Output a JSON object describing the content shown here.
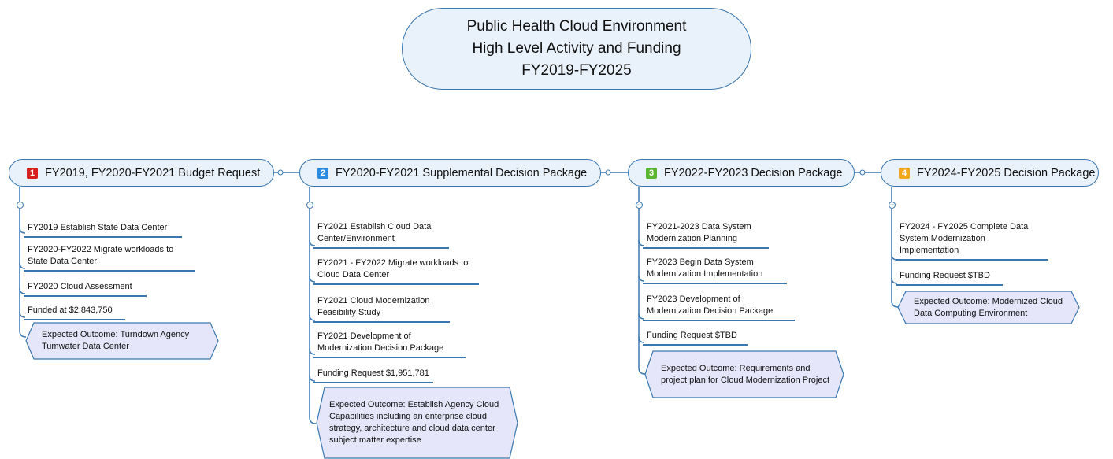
{
  "root": {
    "line1": "Public Health Cloud Environment",
    "line2": "High Level Activity and Funding",
    "line3": "FY2019-FY2025"
  },
  "branches": [
    {
      "number": "1",
      "badge_color": "#d81e1e",
      "label": "FY2019, FY2020-FY2021 Budget Request",
      "items": [
        "FY2019 Establish State Data Center",
        "FY2020-FY2022 Migrate workloads to State Data Center",
        "FY2020 Cloud Assessment",
        "Funded at $2,843,750"
      ],
      "outcome": "Expected Outcome: Turndown Agency Tumwater Data Center"
    },
    {
      "number": "2",
      "badge_color": "#2a8be0",
      "label": "FY2020-FY2021 Supplemental Decision Package",
      "items": [
        "FY2021 Establish Cloud Data Center/Environment",
        "FY2021 - FY2022 Migrate workloads to Cloud Data Center",
        "FY2021 Cloud Modernization Feasibility Study",
        "FY2021 Development of Modernization  Decision Package",
        "Funding Request $1,951,781"
      ],
      "outcome": "Expected Outcome: Establish Agency Cloud Capabilities including an enterprise cloud strategy, architecture and cloud data center subject matter expertise"
    },
    {
      "number": "3",
      "badge_color": "#5cb531",
      "label": "FY2022-FY2023 Decision Package",
      "items": [
        "FY2021-2023 Data System Modernization Planning",
        "FY2023 Begin Data System Modernization Implementation",
        "FY2023 Development of Modernization  Decision Package",
        "Funding Request $TBD"
      ],
      "outcome": "Expected Outcome: Requirements and project plan for Cloud Modernization Project"
    },
    {
      "number": "4",
      "badge_color": "#f0a81c",
      "label": "FY2024-FY2025 Decision Package",
      "items": [
        "FY2024 - FY2025 Complete Data System Modernization Implementation",
        "Funding Request $TBD"
      ],
      "outcome": "Expected Outcome: Modernized Cloud Data Computing Environment"
    }
  ],
  "colors": {
    "line": "#3a77b0",
    "node_fill": "#e9f2fa",
    "outcome_fill": "#e6e6fa",
    "outcome_border": "#3a77b0"
  }
}
